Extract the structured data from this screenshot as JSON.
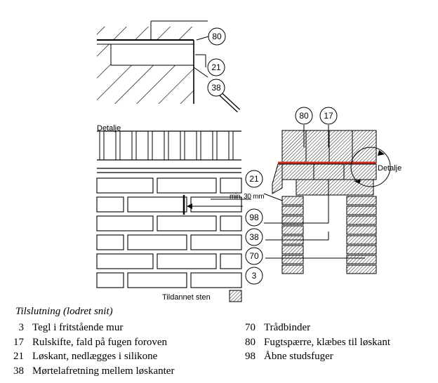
{
  "callouts": {
    "top_80": "80",
    "top_21": "21",
    "top_38": "38",
    "mid_21": "21",
    "mid_98": "98",
    "mid_38": "38",
    "mid_70": "70",
    "mid_3": "3",
    "right_80": "80",
    "right_17": "17"
  },
  "labels": {
    "detail_left": "Detalje",
    "detail_right": "Detalje",
    "dimension": "min. 30 mm",
    "hatch_legend": "Tildannet sten"
  },
  "caption": "Tilslutning (lodret snit)",
  "legend": {
    "left": [
      {
        "num": "3",
        "text": "Tegl i fritstående mur"
      },
      {
        "num": "17",
        "text": "Rulskifte, fald på fugen foroven"
      },
      {
        "num": "21",
        "text": "Løskant, nedlægges i silikone"
      },
      {
        "num": "38",
        "text": "Mørtelafretning mellem løskanter"
      }
    ],
    "right": [
      {
        "num": "70",
        "text": "Trådbinder"
      },
      {
        "num": "80",
        "text": "Fugtspærre, klæbes til løskant"
      },
      {
        "num": "98",
        "text": "Åbne studsfuger"
      }
    ]
  },
  "colors": {
    "ink": "#000000",
    "membrane": "#cc2a1e"
  }
}
